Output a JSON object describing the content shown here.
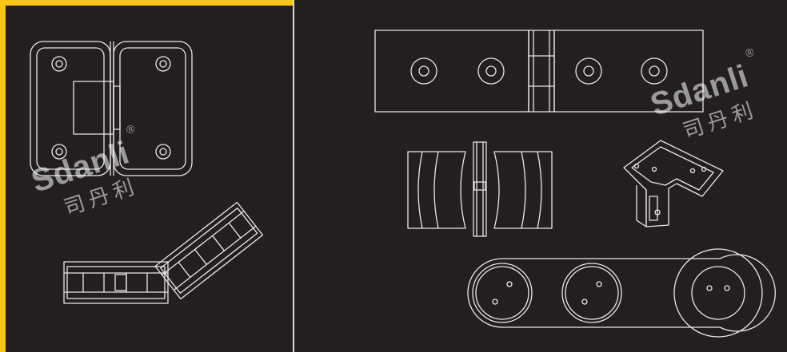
{
  "watermark": {
    "brand": "Sdanli",
    "chinese": "司丹利",
    "registered": "®"
  },
  "colors": {
    "background": "#231f20",
    "line": "#e8e8e8",
    "accent": "#f5c518",
    "divider": "#d8d8d8"
  },
  "drawings": [
    "shower-hinge-front-view",
    "shower-hinge-angled-view",
    "double-hinge-plate",
    "knob-side-view",
    "corner-clamp",
    "support-bar-connector"
  ]
}
